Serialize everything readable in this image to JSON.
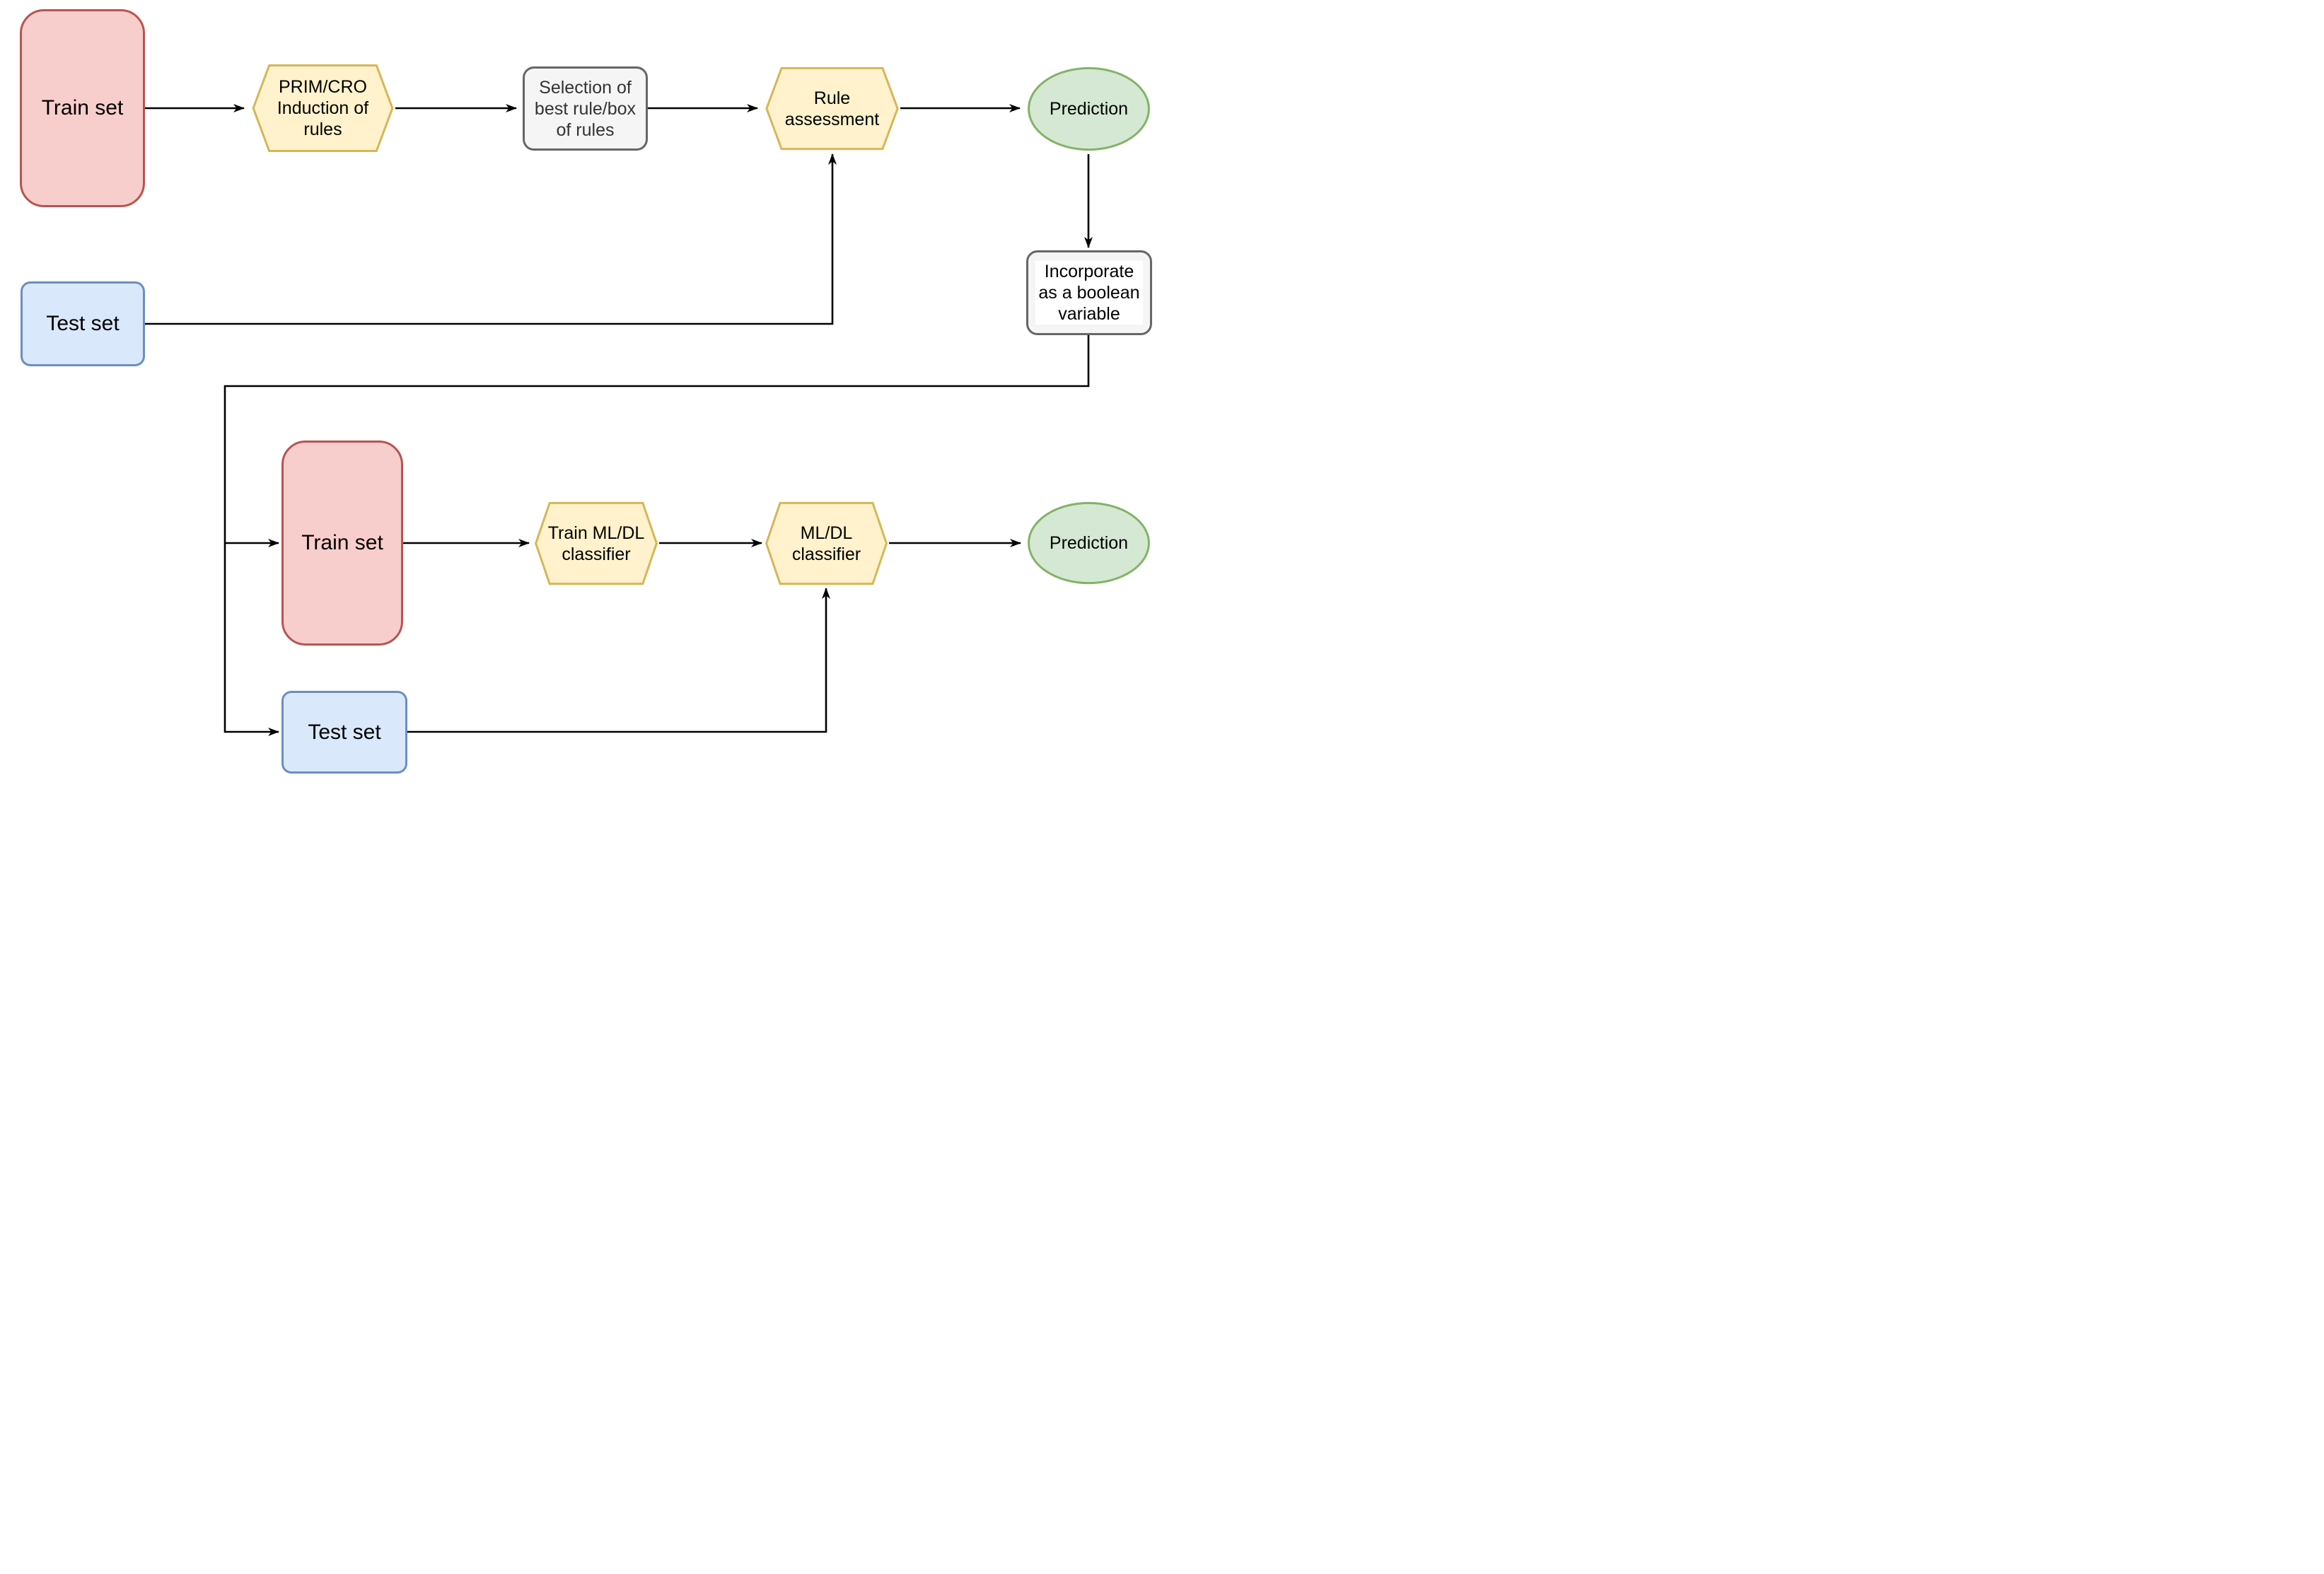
{
  "diagram": {
    "colors": {
      "red_fill": "#f8cecc",
      "red_stroke": "#b85450",
      "blue_fill": "#dae8fc",
      "blue_stroke": "#6c8ebf",
      "yellow_fill": "#fff2cc",
      "yellow_stroke": "#d6b656",
      "green_fill": "#d5e8d4",
      "green_stroke": "#82b366",
      "gray_fill": "#f5f5f5",
      "gray_stroke": "#666666",
      "arrow": "#000000"
    },
    "nodes": {
      "train_set_top": {
        "label": "Train set",
        "shape": "rounded-rect",
        "palette": "red"
      },
      "prim_cro": {
        "label": "PRIM/CRO\nInduction of\nrules",
        "shape": "hexagon",
        "palette": "yellow"
      },
      "selection": {
        "label": "Selection of\nbest rule/box\nof rules",
        "shape": "rounded-rect",
        "palette": "gray"
      },
      "rule_assessment": {
        "label": "Rule\nassessment",
        "shape": "hexagon",
        "palette": "yellow"
      },
      "prediction_top": {
        "label": "Prediction",
        "shape": "ellipse",
        "palette": "green"
      },
      "incorporate": {
        "label": "Incorporate\nas a boolean\nvariable",
        "shape": "rounded-rect",
        "palette": "gray"
      },
      "test_set_top": {
        "label": "Test set",
        "shape": "rounded-rect",
        "palette": "blue"
      },
      "train_set_bottom": {
        "label": "Train set",
        "shape": "rounded-rect",
        "palette": "red"
      },
      "train_ml_classifier": {
        "label": "Train ML/DL\nclassifier",
        "shape": "hexagon",
        "palette": "yellow"
      },
      "ml_classifier": {
        "label": "ML/DL\nclassifier",
        "shape": "hexagon",
        "palette": "yellow"
      },
      "prediction_bottom": {
        "label": "Prediction",
        "shape": "ellipse",
        "palette": "green"
      },
      "test_set_bottom": {
        "label": "Test set",
        "shape": "rounded-rect",
        "palette": "blue"
      }
    }
  }
}
